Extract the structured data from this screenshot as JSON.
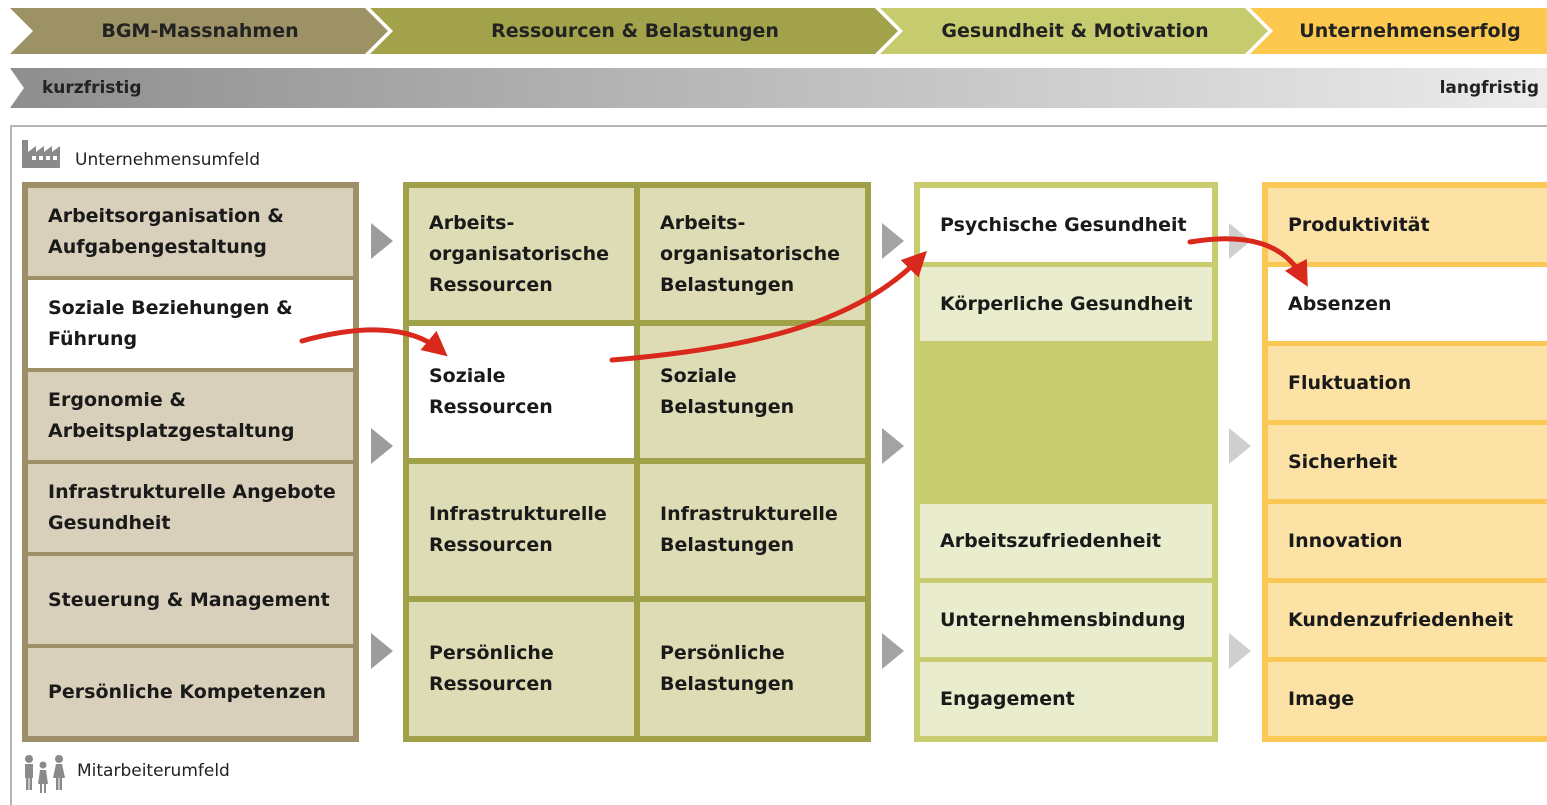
{
  "header": {
    "chevrons": [
      {
        "label": "BGM-Massnahmen",
        "color": "#9d9266"
      },
      {
        "label": "Ressourcen & Belastungen",
        "color": "#a1a24a"
      },
      {
        "label": "Gesundheit & Motivation",
        "color": "#c6cc6e"
      },
      {
        "label": "Unternehmenserfolg",
        "color": "#fcc94e"
      }
    ],
    "timeline": {
      "start": "kurzfristig",
      "end": "langfristig"
    }
  },
  "environment": {
    "company_label": "Unternehmensumfeld",
    "company_icon": "factory-icon",
    "employee_label": "Mitarbeiterumfeld",
    "employee_icon": "people-icon"
  },
  "colors": {
    "col1_frame": "#9d8f68",
    "col1_cell": "#d8d0bb",
    "col2_frame": "#a0a049",
    "col2_cell": "#dedcb4",
    "col3_frame": "#c7cd6f",
    "col3_cell": "#e9eccd",
    "col4_frame": "#fbc855",
    "col4_cell": "#fde2a6",
    "highlight": "#ffffff",
    "arrow": "#d9281c"
  },
  "measures": [
    {
      "label": "Arbeitsorganisation &\nAufgabengestaltung",
      "highlight": false
    },
    {
      "label": "Soziale Beziehungen &\nFührung",
      "highlight": true
    },
    {
      "label": "Ergonomie &\nArbeitsplatzgestaltung",
      "highlight": false
    },
    {
      "label": "Infrastrukturelle Angebote\nGesundheit",
      "highlight": false
    },
    {
      "label": "Steuerung & Management",
      "highlight": false
    },
    {
      "label": "Persönliche Kompetenzen",
      "highlight": false
    }
  ],
  "resources": [
    {
      "label": "Arbeits-\norganisatorische\nRessourcen",
      "highlight": false
    },
    {
      "label": "Soziale\nRessourcen",
      "highlight": true
    },
    {
      "label": "Infrastrukturelle\nRessourcen",
      "highlight": false
    },
    {
      "label": "Persönliche\nRessourcen",
      "highlight": false
    }
  ],
  "burdens": [
    {
      "label": "Arbeits-\norganisatorische\nBelastungen",
      "highlight": false
    },
    {
      "label": "Soziale\nBelastungen",
      "highlight": false
    },
    {
      "label": "Infrastrukturelle\nBelastungen",
      "highlight": false
    },
    {
      "label": "Persönliche\nBelastungen",
      "highlight": false
    }
  ],
  "health": [
    {
      "label": "Psychische Gesundheit",
      "highlight": true
    },
    {
      "label": "Körperliche Gesundheit",
      "highlight": false
    },
    {
      "label": "Arbeitszufriedenheit",
      "highlight": false
    },
    {
      "label": "Unternehmensbindung",
      "highlight": false
    },
    {
      "label": "Engagement",
      "highlight": false
    }
  ],
  "success": [
    {
      "label": "Produktivität",
      "highlight": false
    },
    {
      "label": "Absenzen",
      "highlight": true
    },
    {
      "label": "Fluktuation",
      "highlight": false
    },
    {
      "label": "Sicherheit",
      "highlight": false
    },
    {
      "label": "Innovation",
      "highlight": false
    },
    {
      "label": "Kundenzufriedenheit",
      "highlight": false
    },
    {
      "label": "Image",
      "highlight": false
    }
  ]
}
